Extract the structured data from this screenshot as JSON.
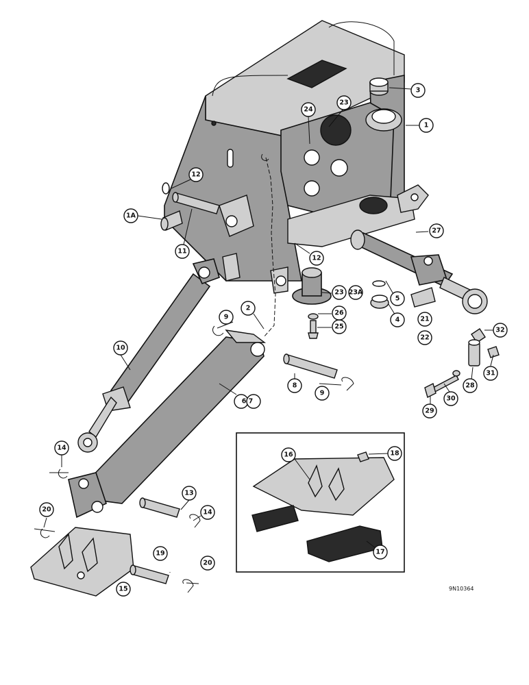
{
  "reference_code": "9N10364",
  "callouts": [
    {
      "id": "c1",
      "label": "1"
    },
    {
      "id": "c1a",
      "label": "1A"
    },
    {
      "id": "c2",
      "label": "2"
    },
    {
      "id": "c3",
      "label": "3"
    },
    {
      "id": "c4",
      "label": "4"
    },
    {
      "id": "c5",
      "label": "5"
    },
    {
      "id": "c67",
      "label": "6 7"
    },
    {
      "id": "c8",
      "label": "8"
    },
    {
      "id": "c9a",
      "label": "9"
    },
    {
      "id": "c9b",
      "label": "9"
    },
    {
      "id": "c10",
      "label": "10"
    },
    {
      "id": "c11",
      "label": "11"
    },
    {
      "id": "c12a",
      "label": "12"
    },
    {
      "id": "c12b",
      "label": "12"
    },
    {
      "id": "c13",
      "label": "13"
    },
    {
      "id": "c14a",
      "label": "14"
    },
    {
      "id": "c14b",
      "label": "14"
    },
    {
      "id": "c15",
      "label": "15"
    },
    {
      "id": "c16",
      "label": "16"
    },
    {
      "id": "c17",
      "label": "17"
    },
    {
      "id": "c18",
      "label": "18"
    },
    {
      "id": "c19",
      "label": "19"
    },
    {
      "id": "c20a",
      "label": "20"
    },
    {
      "id": "c20b",
      "label": "20"
    },
    {
      "id": "c21",
      "label": "21"
    },
    {
      "id": "c22",
      "label": "22"
    },
    {
      "id": "c23a",
      "label": "23"
    },
    {
      "id": "c23b",
      "label": "23"
    },
    {
      "id": "c23A",
      "label": "23A"
    },
    {
      "id": "c24",
      "label": "24"
    },
    {
      "id": "c25",
      "label": "25"
    },
    {
      "id": "c26",
      "label": "26"
    },
    {
      "id": "c27",
      "label": "27"
    },
    {
      "id": "c28",
      "label": "28"
    },
    {
      "id": "c29",
      "label": "29"
    },
    {
      "id": "c30",
      "label": "30"
    },
    {
      "id": "c31",
      "label": "31"
    },
    {
      "id": "c32",
      "label": "32"
    }
  ]
}
